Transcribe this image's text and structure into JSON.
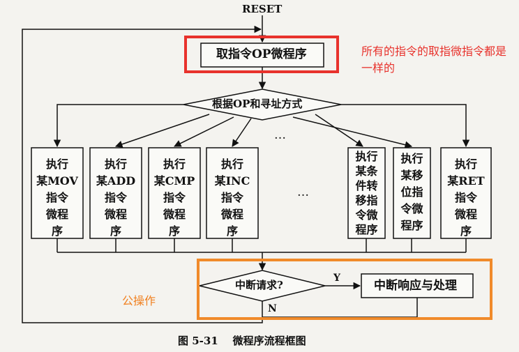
{
  "reset": "RESET",
  "fetch": "取指令OP微程序",
  "decision": "根据OP和寻址方式",
  "ellipsis_top": "…",
  "ellipsis_mid": "…",
  "boxes": [
    {
      "lines": [
        "执行",
        "某MOV",
        "指令",
        "微程",
        "序"
      ]
    },
    {
      "lines": [
        "执行",
        "某ADD",
        "指令",
        "微程",
        "序"
      ]
    },
    {
      "lines": [
        "执行",
        "某CMP",
        "指令",
        "微程",
        "序"
      ]
    },
    {
      "lines": [
        "执行",
        "某INC",
        "指令",
        "微程",
        "序"
      ]
    },
    {
      "lines": [
        "执行",
        "某条",
        "件转",
        "移指",
        "令微",
        "程序"
      ]
    },
    {
      "lines": [
        "执行",
        "某移",
        "位指",
        "令微",
        "程序"
      ]
    },
    {
      "lines": [
        "执行",
        "某RET",
        "指令",
        "微程",
        "序"
      ]
    }
  ],
  "interrupt_question": "中断请求?",
  "yes": "Y",
  "no": "N",
  "interrupt_handle": "中断响应与处理",
  "caption": "图 5-31    微程序流程框图",
  "note_red": "所有的指令的取指微指令都是一样的",
  "note_orange": "公操作",
  "colors": {
    "red": "#e8322c",
    "orange": "#f08a2a",
    "ink": "#111111"
  }
}
